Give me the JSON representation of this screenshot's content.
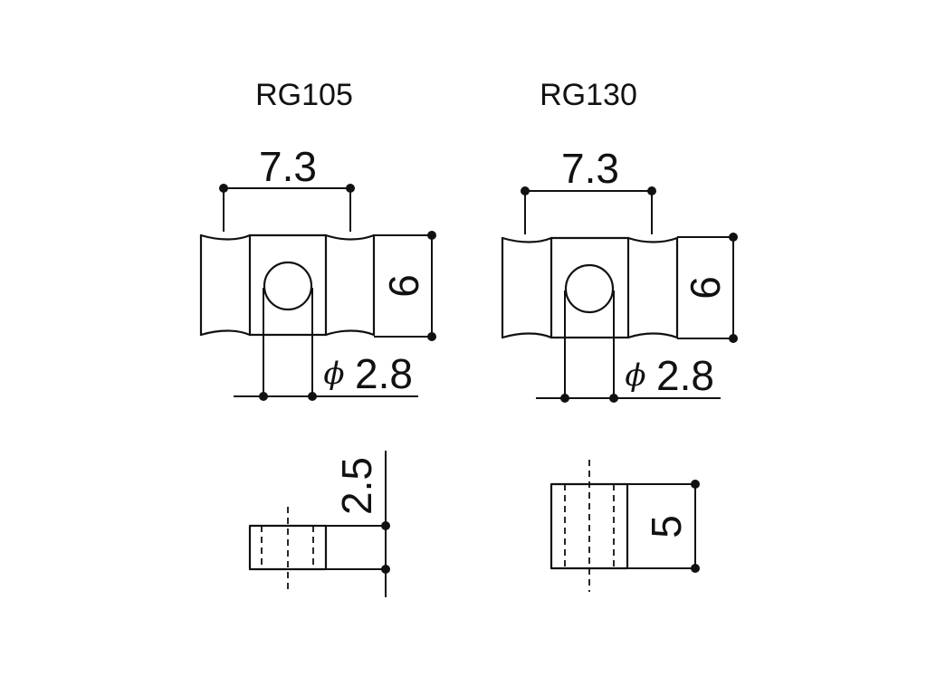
{
  "diagram": {
    "parts": [
      {
        "model": "RG105",
        "top_view": {
          "width_dimension": "7.3",
          "height_dimension": "6",
          "hole_symbol": "ϕ",
          "hole_dimension": "2.8"
        },
        "side_view": {
          "thickness_dimension": "2.5"
        }
      },
      {
        "model": "RG130",
        "top_view": {
          "width_dimension": "7.3",
          "height_dimension": "6",
          "hole_symbol": "ϕ",
          "hole_dimension": "2.8"
        },
        "side_view": {
          "thickness_dimension": "5"
        }
      }
    ]
  }
}
